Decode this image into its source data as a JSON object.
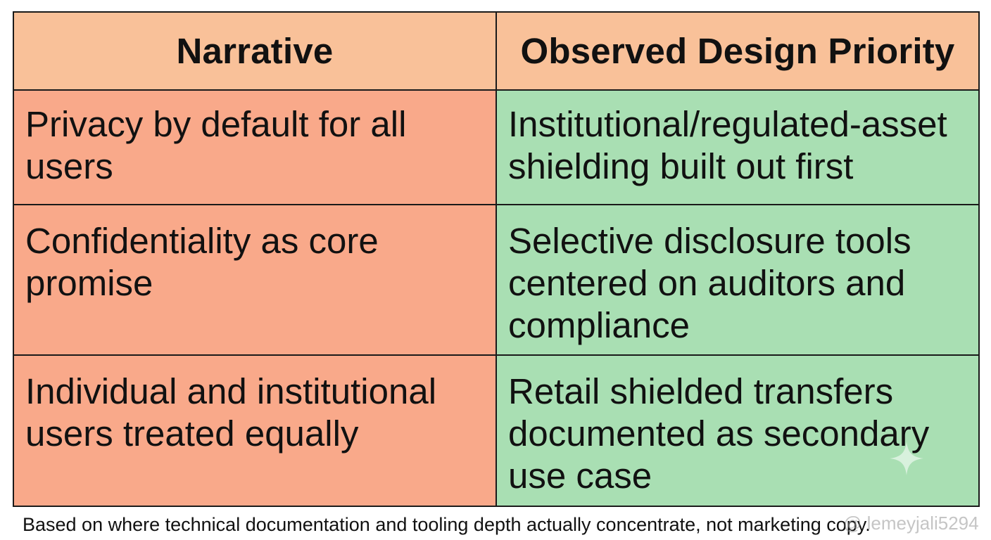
{
  "table": {
    "headers": [
      "Narrative",
      "Observed Design Priority"
    ],
    "rows": [
      {
        "narrative": [
          "Privacy by default for all",
          "users"
        ],
        "priority": [
          "Institutional/regulated-asset",
          "shielding built out first"
        ]
      },
      {
        "narrative": [
          "Confidentiality as core",
          "promise"
        ],
        "priority": [
          "Selective disclosure tools",
          "centered on auditors and",
          "compliance"
        ]
      },
      {
        "narrative": [
          "Individual and institutional",
          "users treated equally"
        ],
        "priority": [
          "Retail shielded transfers",
          "documented as secondary",
          "use case"
        ]
      }
    ]
  },
  "footnote": "Based on where technical documentation and tooling depth actually concentrate, not marketing copy.",
  "watermark": "@ lemeyjali5294",
  "colors": {
    "header_bg": "#f9c199",
    "narrative_bg": "#f9a98a",
    "priority_bg": "#a9dfb3",
    "border": "#1a1a1a"
  },
  "icons": {
    "sparkle": "sparkle-icon"
  }
}
